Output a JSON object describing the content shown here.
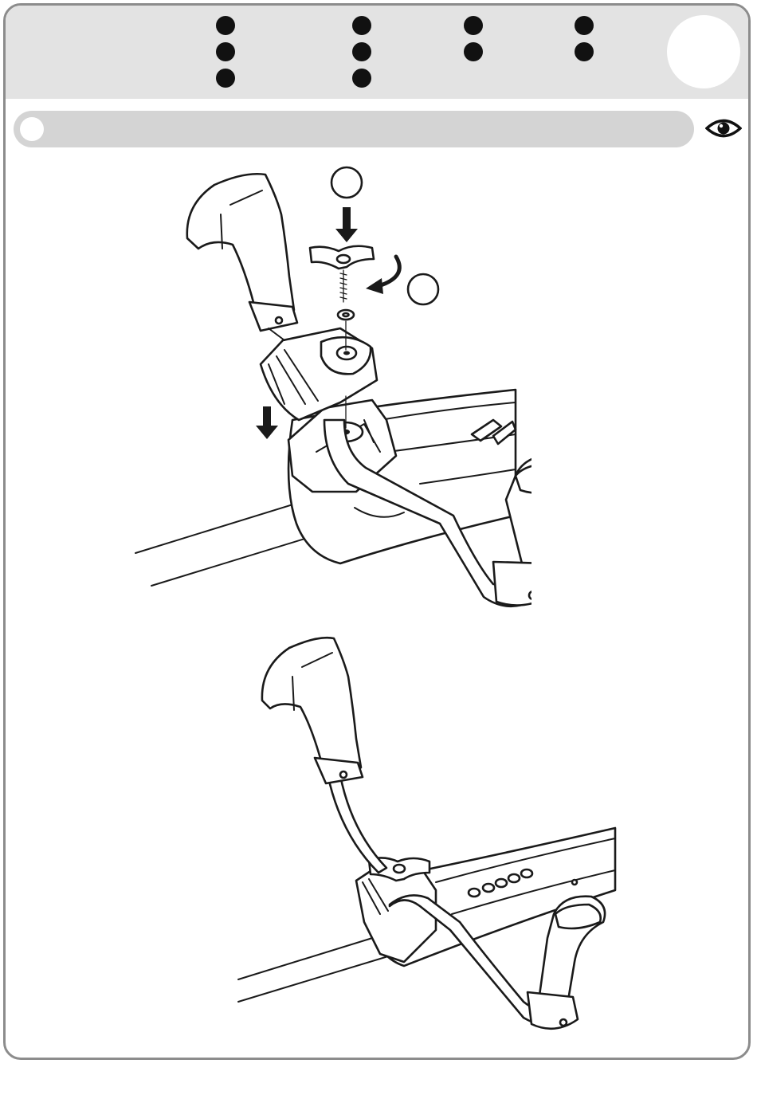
{
  "header": {
    "dot_columns": [
      {
        "name": "dot-column-1",
        "count": 3
      },
      {
        "name": "dot-column-2",
        "count": 3
      },
      {
        "name": "dot-column-3",
        "count": 2
      },
      {
        "name": "dot-column-4",
        "count": 2
      }
    ],
    "page_badge": ""
  },
  "section": {
    "step_number": "",
    "title": "",
    "eye_icon": "eye-icon"
  },
  "figure_top": {
    "callout_1": "",
    "callout_2": "",
    "arrows": [
      "down-arrow-icon",
      "rotate-arrow-icon",
      "down-arrow-icon"
    ]
  },
  "figure_bottom": {},
  "colors": {
    "frame": "#8c8c8c",
    "header_band": "#e3e3e3",
    "section_bar": "#d4d4d4",
    "ink": "#1a1a1a"
  }
}
